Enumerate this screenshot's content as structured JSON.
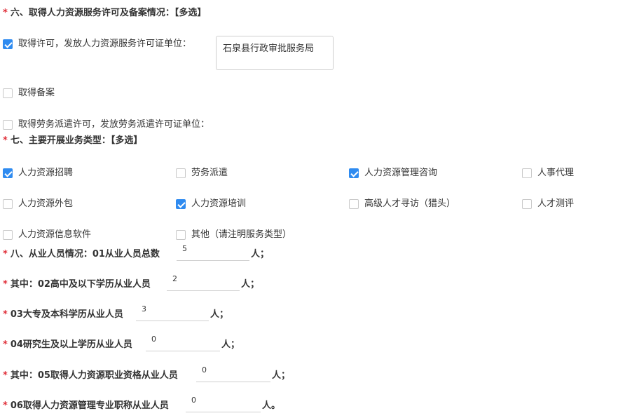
{
  "section6": {
    "title": "六、取得人力资源服务许可及备案情况：【多选】",
    "options": [
      {
        "label": "取得许可，发放人力资源服务许可证单位：",
        "checked": true
      },
      {
        "label": "取得备案",
        "checked": false
      },
      {
        "label": "取得劳务派遣许可，发放劳务派遣许可证单位：",
        "checked": false
      }
    ],
    "license_issuer_value": "石泉县行政审批服务局"
  },
  "section7": {
    "title": "七、主要开展业务类型：【多选】",
    "options": [
      {
        "label": "人力资源招聘",
        "checked": true
      },
      {
        "label": "劳务派遣",
        "checked": false
      },
      {
        "label": "人力资源管理咨询",
        "checked": true
      },
      {
        "label": "人事代理",
        "checked": false
      },
      {
        "label": "人力资源外包",
        "checked": false
      },
      {
        "label": "人力资源培训",
        "checked": true
      },
      {
        "label": "高级人才寻访（猎头）",
        "checked": false
      },
      {
        "label": "人才测评",
        "checked": false
      },
      {
        "label": "人力资源信息软件",
        "checked": false
      },
      {
        "label": "其他（请注明服务类型）",
        "checked": false
      }
    ]
  },
  "section8": {
    "rows": [
      {
        "label": "八、从业人员情况：01从业人员总数",
        "value": "5",
        "unit": "人；"
      },
      {
        "label": "其中：02高中及以下学历从业人员",
        "value": "2",
        "unit": "人；"
      },
      {
        "label": "03大专及本科学历从业人员",
        "value": "3",
        "unit": "人；"
      },
      {
        "label": "04研究生及以上学历从业人员",
        "value": "0",
        "unit": "人；"
      },
      {
        "label": "其中：05取得人力资源职业资格从业人员",
        "value": "0",
        "unit": "人；"
      },
      {
        "label": "06取得人力资源管理专业职称从业人员",
        "value": "0",
        "unit": "人。"
      }
    ]
  },
  "required_mark": "*",
  "colors": {
    "accent": "#2f8bf0",
    "required": "#e0303a",
    "text": "#333333",
    "border": "#cfcfcf"
  }
}
